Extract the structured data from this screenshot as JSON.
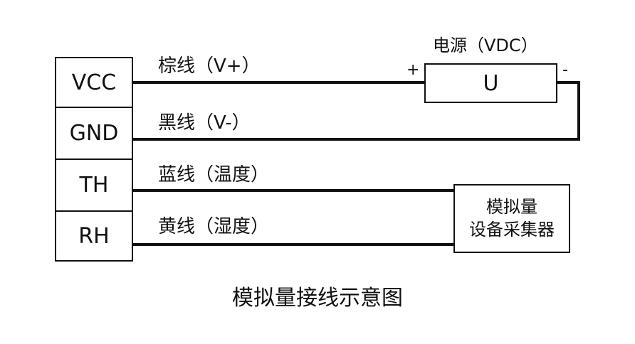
{
  "title": "模拟量接线示意图",
  "terminals": [
    {
      "label": "VCC"
    },
    {
      "label": "GND"
    },
    {
      "label": "TH"
    },
    {
      "label": "RH"
    }
  ],
  "wires": [
    {
      "label": "棕线（V+）",
      "terminal": "VCC",
      "connects_to": "power_supply_positive"
    },
    {
      "label": "黑线（V-）",
      "terminal": "GND",
      "connects_to": "power_supply_negative"
    },
    {
      "label": "蓝线（温度）",
      "terminal": "TH",
      "connects_to": "analog_collector"
    },
    {
      "label": "黄线（湿度）",
      "terminal": "RH",
      "connects_to": "analog_collector"
    }
  ],
  "power_supply": {
    "title": "电源（VDC）",
    "symbol": "U",
    "positive_label": "+",
    "negative_label": "-"
  },
  "collector": {
    "line1": "模拟量",
    "line2": "设备采集器"
  }
}
